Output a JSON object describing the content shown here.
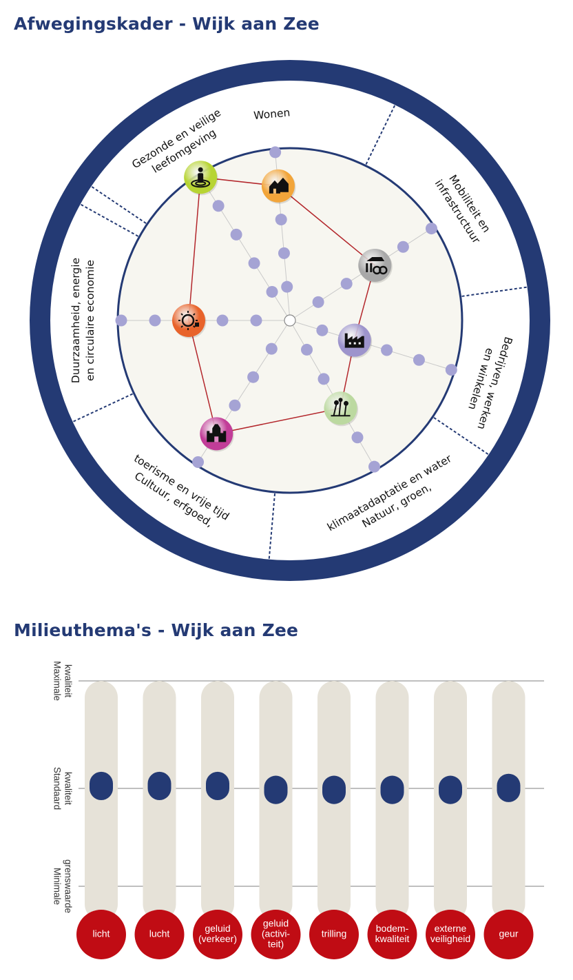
{
  "page": {
    "title_wheel": "Afwegingskader - Wijk aan Zee",
    "title_bars": "Milieuthema's - Wijk aan Zee"
  },
  "colors": {
    "navy": "#243a74",
    "inner_bg": "#f7f6f0",
    "dot": "#a5a3d4",
    "link": "#b3262b",
    "track": "#e6e2d8",
    "bubble": "#c00c14"
  },
  "chart_data": [
    {
      "type": "radar",
      "scale": {
        "levels": 5
      },
      "axes": [
        {
          "name": "Wonen",
          "lines": [
            "Wonen"
          ],
          "value": 4,
          "icon": "houses-icon",
          "color": "#f2a53a"
        },
        {
          "name": "Mobiliteit en infrastructuur",
          "lines": [
            "Mobiliteit en",
            "infrastructuur"
          ],
          "value": 3,
          "icon": "mobility-icon",
          "color": "#a8a8a8"
        },
        {
          "name": "Bedrijven, werken en winkelen",
          "lines": [
            "Bedrijven, werken",
            "en winkelen"
          ],
          "value": 2,
          "icon": "factory-icon",
          "color": "#9d94cc"
        },
        {
          "name": "Natuur, groen, klimaatadaptatie en water",
          "lines": [
            "Natuur, groen,",
            "klimaatadaptatie en water"
          ],
          "value": 3,
          "icon": "nature-icon",
          "color": "#bcd9a0"
        },
        {
          "name": "Cultuur, erfgoed, toerisme en vrije tijd",
          "lines": [
            "Cultuur, erfgoed,",
            "toerisme en vrije tijd"
          ],
          "value": 4,
          "icon": "castle-icon",
          "color": "#c23d98"
        },
        {
          "name": "Duurzaamheid, energie en circulaire economie",
          "lines": [
            "Duurzaamheid, energie",
            "en circulaire economie"
          ],
          "value": 3,
          "icon": "energy-icon",
          "color": "#e8632b"
        },
        {
          "name": "Gezonde en veilige leefomgeving",
          "lines": [
            "Gezonde en veilige",
            "leefomgeving"
          ],
          "value": 5,
          "icon": "person-icon",
          "color": "#b7d433"
        }
      ]
    },
    {
      "type": "range",
      "levels": [
        "Maximale kwaliteit",
        "Standaard kwaliteit",
        "Minimale grenswaarde"
      ],
      "level_lines": [
        [
          "Maximale",
          "kwaliteit"
        ],
        [
          "Standaard",
          "kwaliteit"
        ],
        [
          "Minimale",
          "grenswaarde"
        ]
      ],
      "items": [
        {
          "name": "licht",
          "lines": [
            "licht"
          ],
          "range": [
            1.17,
            0.88
          ]
        },
        {
          "name": "lucht",
          "lines": [
            "lucht"
          ],
          "range": [
            1.17,
            0.88
          ]
        },
        {
          "name": "geluid (verkeer)",
          "lines": [
            "geluid",
            "(verkeer)"
          ],
          "range": [
            1.17,
            0.88
          ]
        },
        {
          "name": "geluid (activiteit)",
          "lines": [
            "geluid",
            "(activi-",
            "teit)"
          ],
          "range": [
            1.13,
            0.84
          ]
        },
        {
          "name": "trilling",
          "lines": [
            "trilling"
          ],
          "range": [
            1.13,
            0.84
          ]
        },
        {
          "name": "bodemkwaliteit",
          "lines": [
            "bodem-",
            "kwaliteit"
          ],
          "range": [
            1.13,
            0.84
          ]
        },
        {
          "name": "externe veiligheid",
          "lines": [
            "externe",
            "veiligheid"
          ],
          "range": [
            1.13,
            0.84
          ]
        },
        {
          "name": "geur",
          "lines": [
            "geur"
          ],
          "range": [
            1.15,
            0.86
          ]
        }
      ]
    }
  ]
}
